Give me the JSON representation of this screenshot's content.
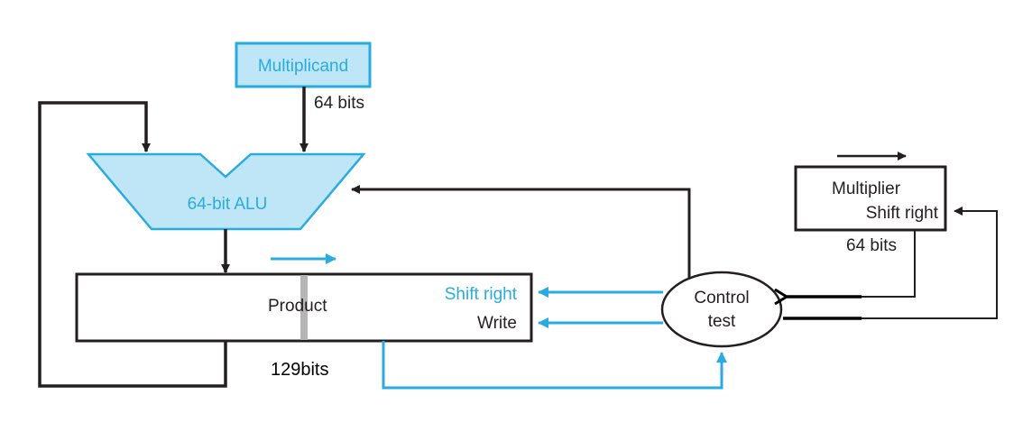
{
  "multiplicand": {
    "label": "Multiplicand",
    "width_label": "64 bits"
  },
  "alu": {
    "label": "64-bit ALU"
  },
  "product": {
    "label": "Product",
    "shift_label": "Shift right",
    "write_label": "Write",
    "width_label": "129bits"
  },
  "multiplier": {
    "label_line1": "Multiplier",
    "label_line2": "Shift right",
    "width_label": "64 bits"
  },
  "control": {
    "label_line1": "Control",
    "label_line2": "test"
  },
  "colors": {
    "accent": "#29abe2",
    "fill": "#bfe6f6",
    "line": "#231f20"
  }
}
